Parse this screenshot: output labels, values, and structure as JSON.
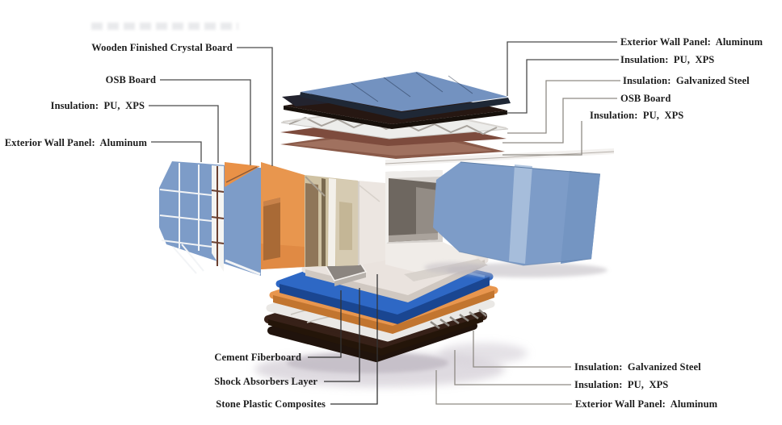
{
  "labels": {
    "wall": [
      {
        "text": "Wooden Finished Crystal Board"
      },
      {
        "text": "OSB Board"
      },
      {
        "text": "Insulation:  PU,  XPS"
      },
      {
        "text": "Exterior Wall Panel:  Aluminum"
      }
    ],
    "roof": [
      {
        "text": "Exterior Wall Panel:  Aluminum"
      },
      {
        "text": "Insulation:  PU,  XPS"
      },
      {
        "text": "Insulation:  Galvanized Steel"
      },
      {
        "text": "OSB Board"
      },
      {
        "text": "Insulation:  PU,  XPS"
      }
    ],
    "floor_left": [
      {
        "text": "Cement Fiberboard"
      },
      {
        "text": "Shock Absorbers Layer"
      },
      {
        "text": "Stone Plastic Composites"
      }
    ],
    "floor_right": [
      {
        "text": "Insulation:  Galvanized Steel"
      },
      {
        "text": "Insulation:  PU,  XPS"
      },
      {
        "text": "Exterior Wall Panel:  Aluminum"
      }
    ]
  },
  "colors": {
    "panel_blue": "#7d9cc8",
    "roof_blue": "#7392c0",
    "accent_orange": "#e8964e",
    "floor_blue": "#2e68c5",
    "tan": "#cfc2a3",
    "cream": "#eae3de",
    "frame_white": "#eae8e5",
    "dark_brown": "#261712",
    "maroon": "#7d4b3d",
    "leader_dark": "#4a4a4a",
    "leader_gray": "#8f8b85",
    "text": "#1c1c1c"
  }
}
